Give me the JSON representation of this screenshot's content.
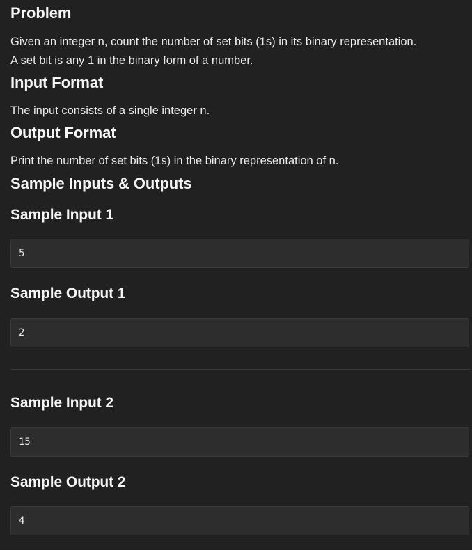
{
  "problem": {
    "title": "Problem",
    "line1": "Given an integer n, count the number of set bits (1s) in its binary representation.",
    "line2": "A set bit is any 1 in the binary form of a number."
  },
  "input_format": {
    "title": "Input Format",
    "text": "The input consists of a single integer n."
  },
  "output_format": {
    "title": "Output Format",
    "text": "Print the number of set bits (1s) in the binary representation of n."
  },
  "samples": {
    "title": "Sample Inputs & Outputs",
    "items": [
      {
        "input_label": "Sample Input 1",
        "input_value": "5",
        "output_label": "Sample Output 1",
        "output_value": "2"
      },
      {
        "input_label": "Sample Input 2",
        "input_value": "15",
        "output_label": "Sample Output 2",
        "output_value": "4"
      }
    ]
  }
}
